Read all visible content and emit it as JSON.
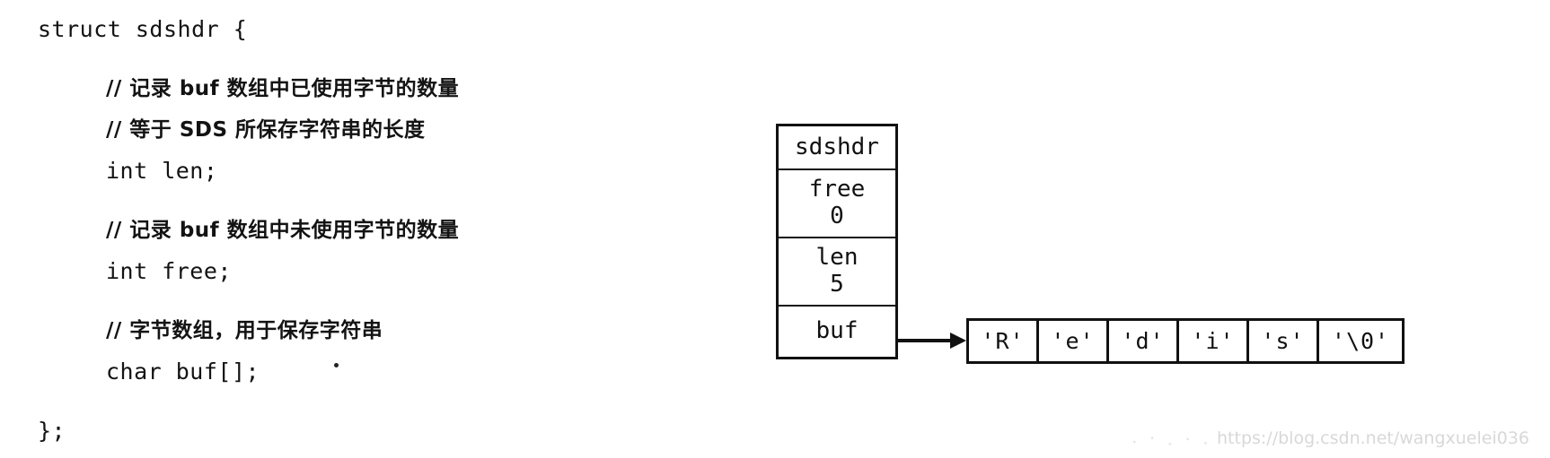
{
  "code": {
    "lines": [
      {
        "text": "struct sdshdr {",
        "indent": false,
        "comment": false,
        "gap_after": true
      },
      {
        "text": "// 记录 buf 数组中已使用字节的数量",
        "indent": true,
        "comment": true,
        "gap_after": false
      },
      {
        "text": "// 等于 SDS 所保存字符串的长度",
        "indent": true,
        "comment": true,
        "gap_after": false
      },
      {
        "text": "int len;",
        "indent": true,
        "comment": false,
        "gap_after": true
      },
      {
        "text": "// 记录 buf 数组中未使用字节的数量",
        "indent": true,
        "comment": true,
        "gap_after": false
      },
      {
        "text": "int free;",
        "indent": true,
        "comment": false,
        "gap_after": true
      },
      {
        "text": "// 字节数组，用于保存字符串",
        "indent": true,
        "comment": true,
        "gap_after": false
      },
      {
        "text": "char buf[];",
        "indent": true,
        "comment": false,
        "gap_after": true
      },
      {
        "text": "};",
        "indent": false,
        "comment": false,
        "gap_after": false
      }
    ]
  },
  "struct_box": {
    "title": "sdshdr",
    "fields": [
      {
        "name": "free",
        "value": "0"
      },
      {
        "name": "len",
        "value": "5"
      }
    ],
    "pointer_field": "buf"
  },
  "char_array": {
    "cells": [
      "'R'",
      "'e'",
      "'d'",
      "'i'",
      "'s'",
      "'\\0'"
    ]
  },
  "watermark": {
    "text": "https://blog.csdn.net/wangxuelei036"
  },
  "colors": {
    "ink": "#111111",
    "paper": "#ffffff",
    "watermark": "#d8d8d8"
  }
}
